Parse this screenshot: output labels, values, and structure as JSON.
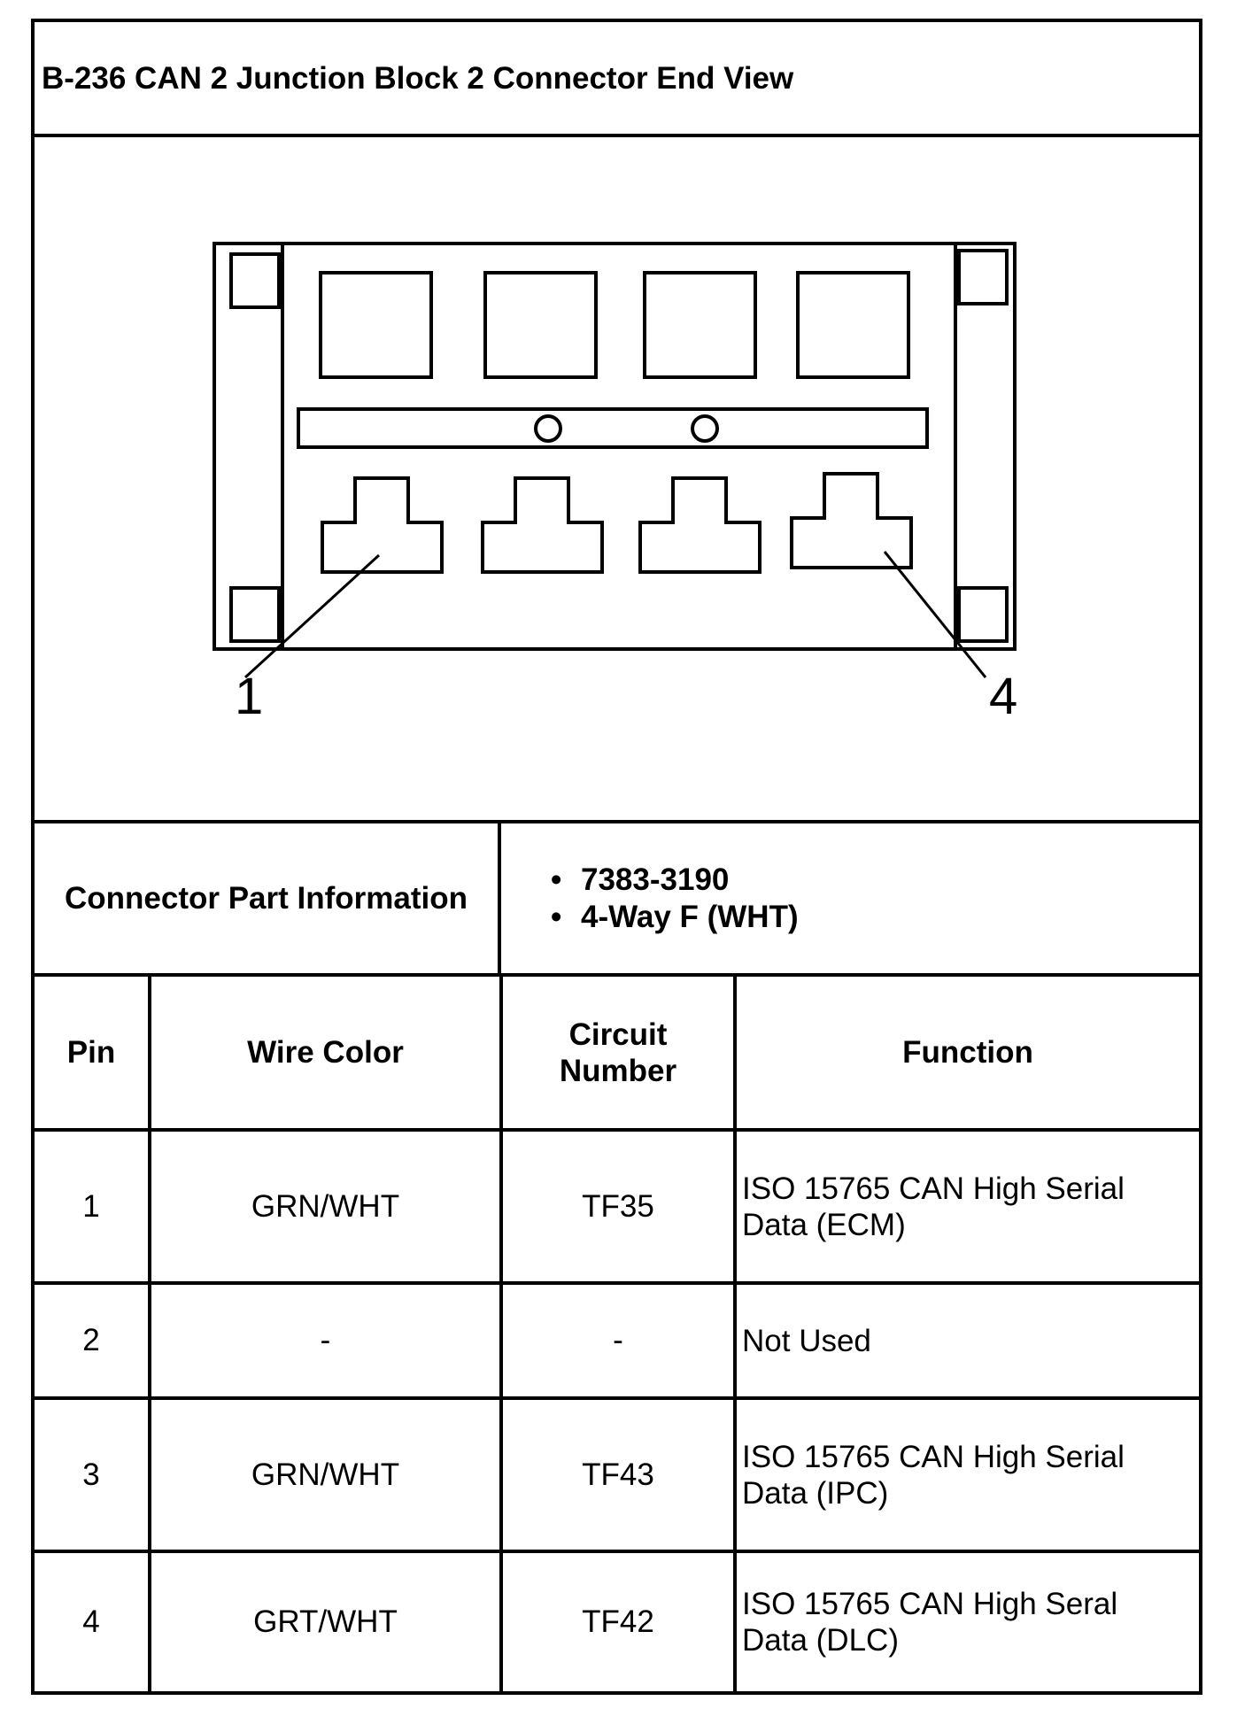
{
  "title": "B-236 CAN 2 Junction Block 2 Connector End View",
  "diagram": {
    "pin_labels": [
      "1",
      "4"
    ]
  },
  "connector_info": {
    "label": "Connector Part Information",
    "bullet": "•",
    "items": [
      "7383-3190",
      "4-Way F (WHT)"
    ]
  },
  "table": {
    "headers": {
      "pin": "Pin",
      "wire_color": "Wire Color",
      "circuit_line1": "Circuit",
      "circuit_line2": "Number",
      "function": "Function"
    },
    "rows": [
      {
        "pin": "1",
        "wire_color": "GRN/WHT",
        "circuit": "TF35",
        "function_line1": "ISO 15765 CAN High Serial",
        "function_line2": "Data (ECM)"
      },
      {
        "pin": "2",
        "wire_color": "-",
        "circuit": "-",
        "function_line1": "Not Used",
        "function_line2": ""
      },
      {
        "pin": "3",
        "wire_color": "GRN/WHT",
        "circuit": "TF43",
        "function_line1": "ISO 15765 CAN High Serial",
        "function_line2": "Data (IPC)"
      },
      {
        "pin": "4",
        "wire_color": "GRT/WHT",
        "circuit": "TF42",
        "function_line1": "ISO 15765 CAN High Seral",
        "function_line2": "Data (DLC)"
      }
    ]
  }
}
